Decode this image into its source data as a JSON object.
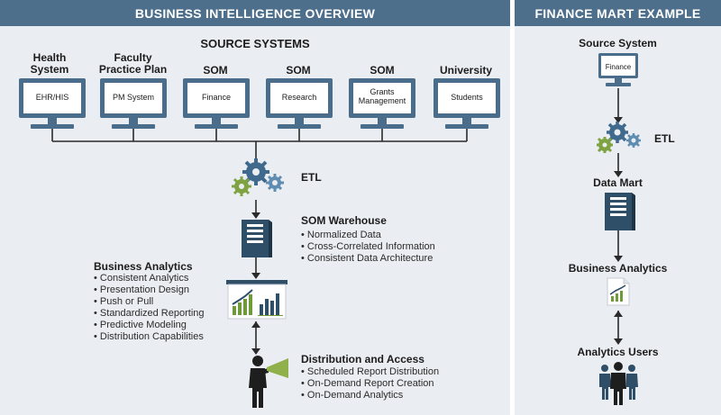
{
  "left_panel": {
    "header": "BUSINESS INTELLIGENCE OVERVIEW",
    "source_systems_title": "SOURCE SYSTEMS",
    "sources": [
      {
        "label_line1": "Health",
        "label_line2": "System",
        "screen": "EHR/HIS"
      },
      {
        "label_line1": "Faculty",
        "label_line2": "Practice Plan",
        "screen": "PM System"
      },
      {
        "label_line1": "",
        "label_line2": "SOM",
        "screen": "Finance"
      },
      {
        "label_line1": "",
        "label_line2": "SOM",
        "screen": "Research"
      },
      {
        "label_line1": "",
        "label_line2": "SOM",
        "screen_line1": "Grants",
        "screen_line2": "Management"
      },
      {
        "label_line1": "",
        "label_line2": "University",
        "screen": "Students"
      }
    ],
    "etl_label": "ETL",
    "warehouse": {
      "title": "SOM Warehouse",
      "bullets": [
        "Normalized Data",
        "Cross-Correlated Information",
        "Consistent Data Architecture"
      ]
    },
    "analytics": {
      "title": "Business Analytics",
      "bullets": [
        "Consistent Analytics",
        "Presentation Design",
        "Push or Pull",
        "Standardized Reporting",
        "Predictive Modeling",
        "Distribution Capabilities"
      ]
    },
    "distribution": {
      "title": "Distribution and Access",
      "bullets": [
        "Scheduled Report Distribution",
        "On-Demand Report Creation",
        "On-Demand Analytics"
      ]
    }
  },
  "right_panel": {
    "header": "FINANCE MART EXAMPLE",
    "source_title": "Source System",
    "source_screen": "Finance",
    "etl_label": "ETL",
    "data_mart_title": "Data Mart",
    "analytics_title": "Business Analytics",
    "users_title": "Analytics Users"
  },
  "colors": {
    "header_bg": "#4d6f8c",
    "panel_bg": "#eaedf1",
    "monitor_blue": "#4a6d8c",
    "gear_blue": "#3f6a8e",
    "gear_green": "#7fa243",
    "chart_green": "#6f9a3a"
  }
}
